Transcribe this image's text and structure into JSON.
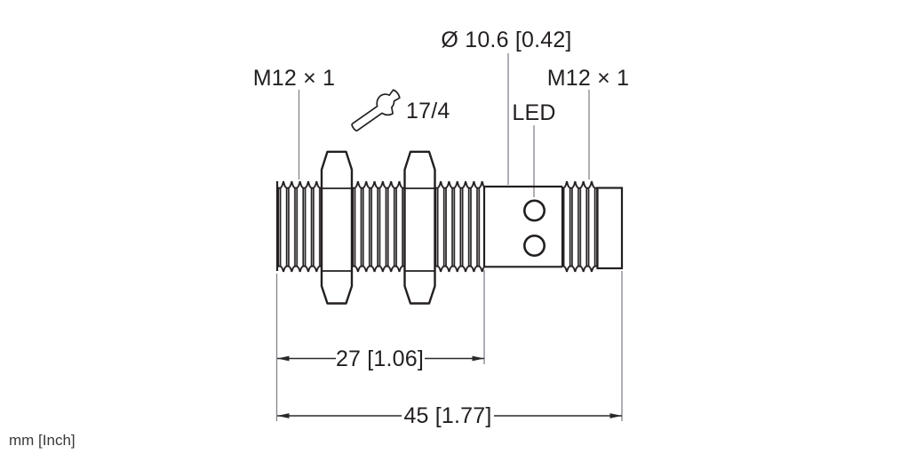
{
  "labels": {
    "thread_left": "M12 × 1",
    "thread_right": "M12 × 1",
    "wrench_size": "17/4",
    "diameter": "Ø 10.6 [0.42]",
    "led": "LED"
  },
  "dimensions": {
    "thread_length": "27 [1.06]",
    "overall_length": "45 [1.77]"
  },
  "units_label": "mm [Inch]",
  "colors": {
    "background": "#ffffff",
    "outline": "#231f20",
    "construction_lines": "#85828b",
    "dimension_lines": "#2b282c",
    "text": "#231f20",
    "wrench_fill": "#ffffff"
  }
}
